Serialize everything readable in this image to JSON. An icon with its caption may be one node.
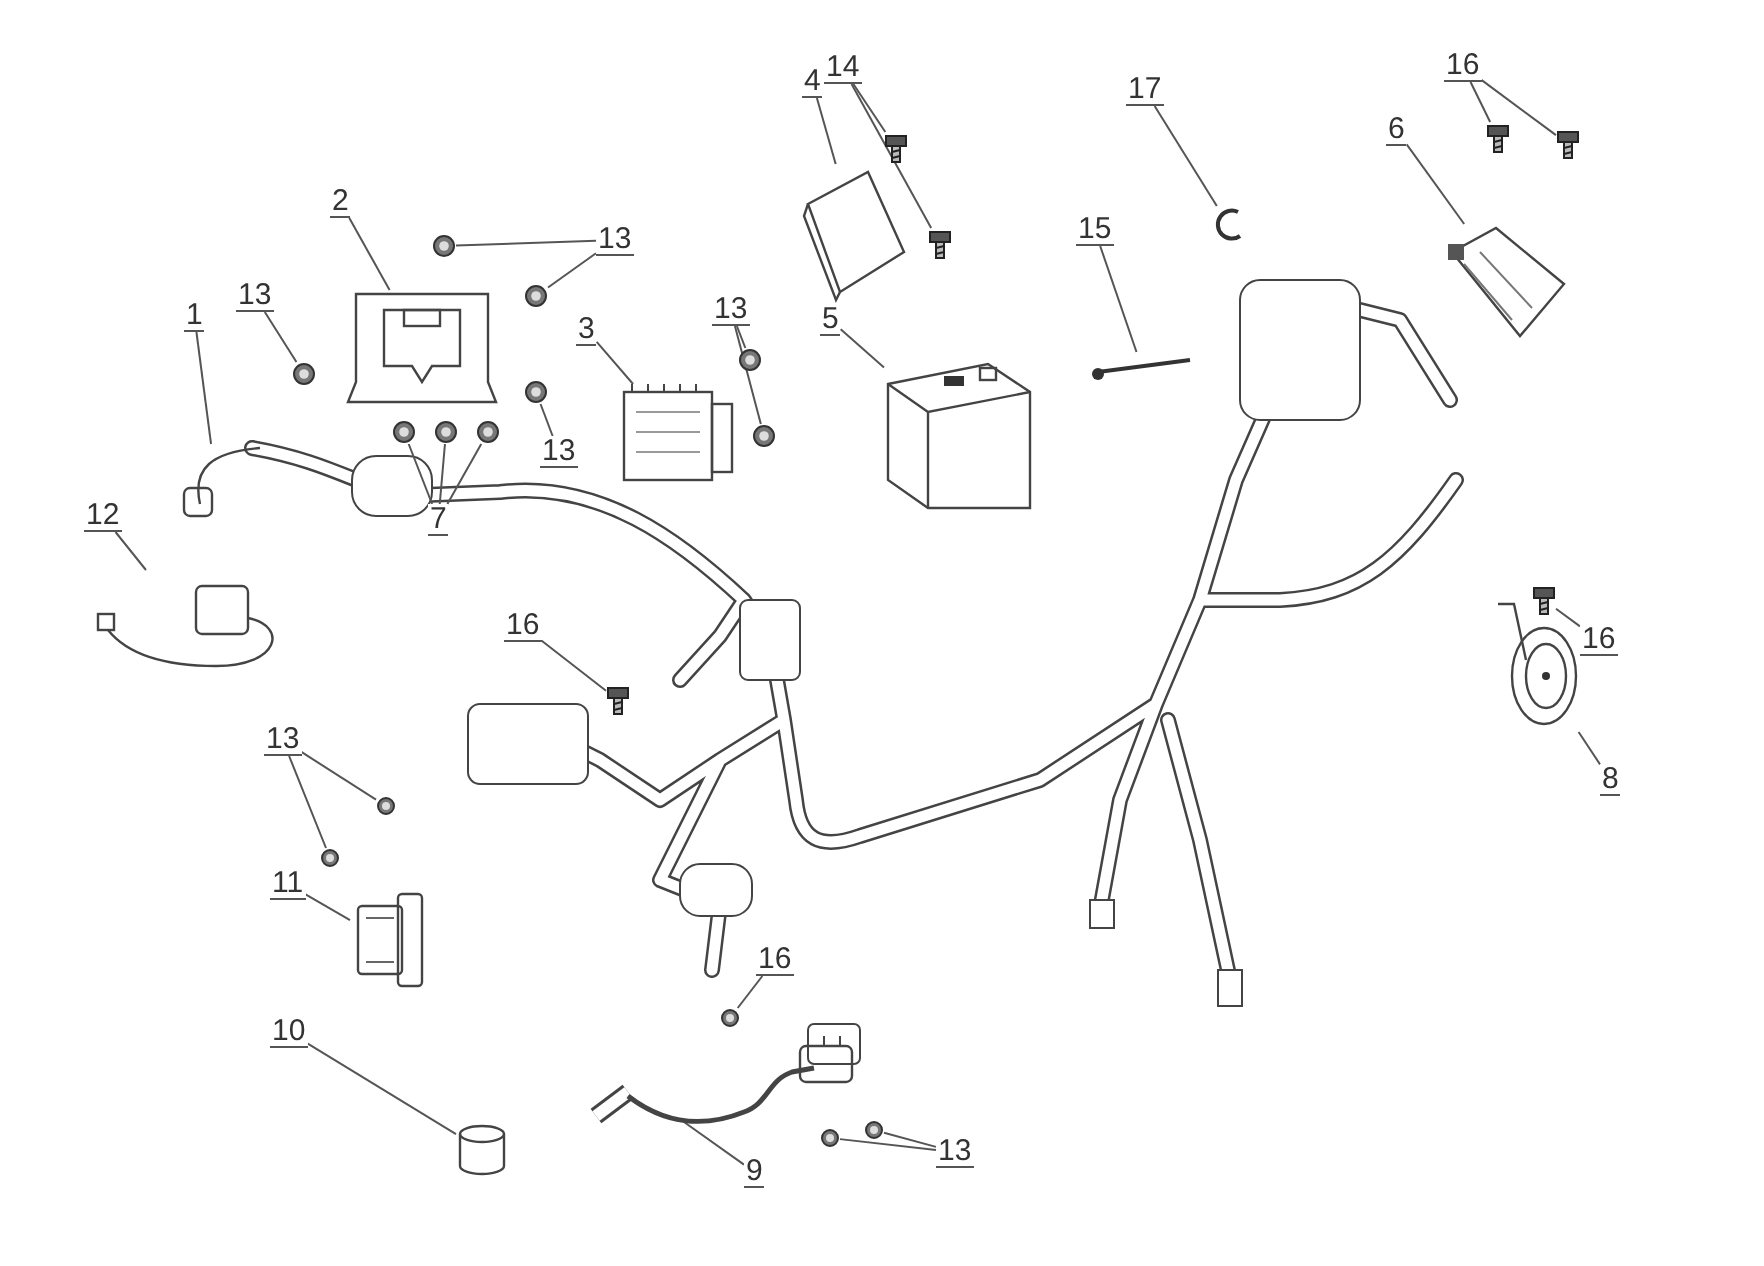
{
  "diagram": {
    "nodes": [
      {
        "text": [
          "1"
        ]
      },
      {
        "text": [],
        "shape": "picture"
      },
      {
        "text": [
          "2"
        ]
      },
      {
        "text": [],
        "shape": "picture"
      },
      {
        "text": [
          "13"
        ]
      },
      {
        "text": [],
        "shape": "picture"
      },
      {
        "text": [
          "13"
        ]
      },
      {
        "text": [],
        "shape": "picture"
      },
      {
        "text": [],
        "shape": "picture"
      },
      {
        "text": [
          "3"
        ]
      },
      {
        "text": [],
        "shape": "picture"
      },
      {
        "text": [
          "13"
        ]
      },
      {
        "text": [],
        "shape": "picture"
      },
      {
        "text": [],
        "shape": "picture"
      },
      {
        "text": [
          "13"
        ]
      },
      {
        "text": [],
        "shape": "picture"
      },
      {
        "text": [
          "7"
        ]
      },
      {
        "text": [],
        "shape": "picture"
      },
      {
        "text": [],
        "shape": "picture"
      },
      {
        "text": [],
        "shape": "picture"
      },
      {
        "text": [
          "4"
        ]
      },
      {
        "text": [],
        "shape": "picture"
      },
      {
        "text": [
          "14"
        ]
      },
      {
        "text": [],
        "shape": "picture"
      },
      {
        "text": [],
        "shape": "picture"
      },
      {
        "text": [
          "5"
        ]
      },
      {
        "text": [],
        "shape": "picture"
      },
      {
        "text": [
          "17"
        ]
      },
      {
        "text": [],
        "shape": "picture"
      },
      {
        "text": [
          "15"
        ]
      },
      {
        "text": [],
        "shape": "picture"
      },
      {
        "text": [
          "16"
        ]
      },
      {
        "text": [],
        "shape": "picture"
      },
      {
        "text": [],
        "shape": "picture"
      },
      {
        "text": [
          "6"
        ]
      },
      {
        "text": [],
        "shape": "picture"
      },
      {
        "text": [
          "12"
        ]
      },
      {
        "text": [],
        "shape": "picture"
      },
      {
        "text": [
          "16"
        ]
      },
      {
        "text": [],
        "shape": "picture"
      },
      {
        "text": [
          "16"
        ]
      },
      {
        "text": [],
        "shape": "picture"
      },
      {
        "text": [
          "8"
        ]
      },
      {
        "text": [],
        "shape": "picture"
      },
      {
        "text": [
          "13"
        ]
      },
      {
        "text": [],
        "shape": "picture"
      },
      {
        "text": [],
        "shape": "picture"
      },
      {
        "text": [
          "11"
        ]
      },
      {
        "text": [],
        "shape": "picture"
      },
      {
        "text": [
          "16"
        ]
      },
      {
        "text": [],
        "shape": "picture"
      },
      {
        "text": [
          "10"
        ]
      },
      {
        "text": [],
        "shape": "picture"
      },
      {
        "text": [
          "9"
        ]
      },
      {
        "text": [],
        "shape": "picture"
      },
      {
        "text": [
          "13"
        ]
      },
      {
        "text": [],
        "shape": "picture"
      },
      {
        "text": [],
        "shape": "picture"
      }
    ],
    "edges": [
      {
        "from": 0,
        "to": 1,
        "arrow": "none"
      },
      {
        "from": 2,
        "to": 3,
        "arrow": "none"
      },
      {
        "from": 4,
        "to": 5,
        "arrow": "none"
      },
      {
        "from": 6,
        "to": 7,
        "arrow": "none"
      },
      {
        "from": 6,
        "to": 8,
        "arrow": "none"
      },
      {
        "from": 9,
        "to": 10,
        "arrow": "none"
      },
      {
        "from": 11,
        "to": 12,
        "arrow": "none"
      },
      {
        "from": 11,
        "to": 13,
        "arrow": "none"
      },
      {
        "from": 14,
        "to": 15,
        "arrow": "none"
      },
      {
        "from": 16,
        "to": 17,
        "arrow": "none"
      },
      {
        "from": 16,
        "to": 18,
        "arrow": "none"
      },
      {
        "from": 16,
        "to": 19,
        "arrow": "none"
      },
      {
        "from": 20,
        "to": 21,
        "arrow": "none"
      },
      {
        "from": 22,
        "to": 23,
        "arrow": "none"
      },
      {
        "from": 22,
        "to": 24,
        "arrow": "none"
      },
      {
        "from": 25,
        "to": 26,
        "arrow": "none"
      },
      {
        "from": 27,
        "to": 28,
        "arrow": "none"
      },
      {
        "from": 29,
        "to": 30,
        "arrow": "none"
      },
      {
        "from": 31,
        "to": 32,
        "arrow": "none"
      },
      {
        "from": 31,
        "to": 33,
        "arrow": "none"
      },
      {
        "from": 34,
        "to": 35,
        "arrow": "none"
      },
      {
        "from": 36,
        "to": 37,
        "arrow": "none"
      },
      {
        "from": 38,
        "to": 39,
        "arrow": "none"
      },
      {
        "from": 40,
        "to": 41,
        "arrow": "none"
      },
      {
        "from": 42,
        "to": 43,
        "arrow": "none"
      },
      {
        "from": 44,
        "to": 45,
        "arrow": "none"
      },
      {
        "from": 44,
        "to": 46,
        "arrow": "none"
      },
      {
        "from": 47,
        "to": 48,
        "arrow": "none"
      },
      {
        "from": 49,
        "to": 50,
        "arrow": "none"
      },
      {
        "from": 51,
        "to": 52,
        "arrow": "none"
      },
      {
        "from": 53,
        "to": 54,
        "arrow": "none"
      },
      {
        "from": 55,
        "to": 56,
        "arrow": "none"
      },
      {
        "from": 55,
        "to": 57,
        "arrow": "none"
      }
    ]
  }
}
